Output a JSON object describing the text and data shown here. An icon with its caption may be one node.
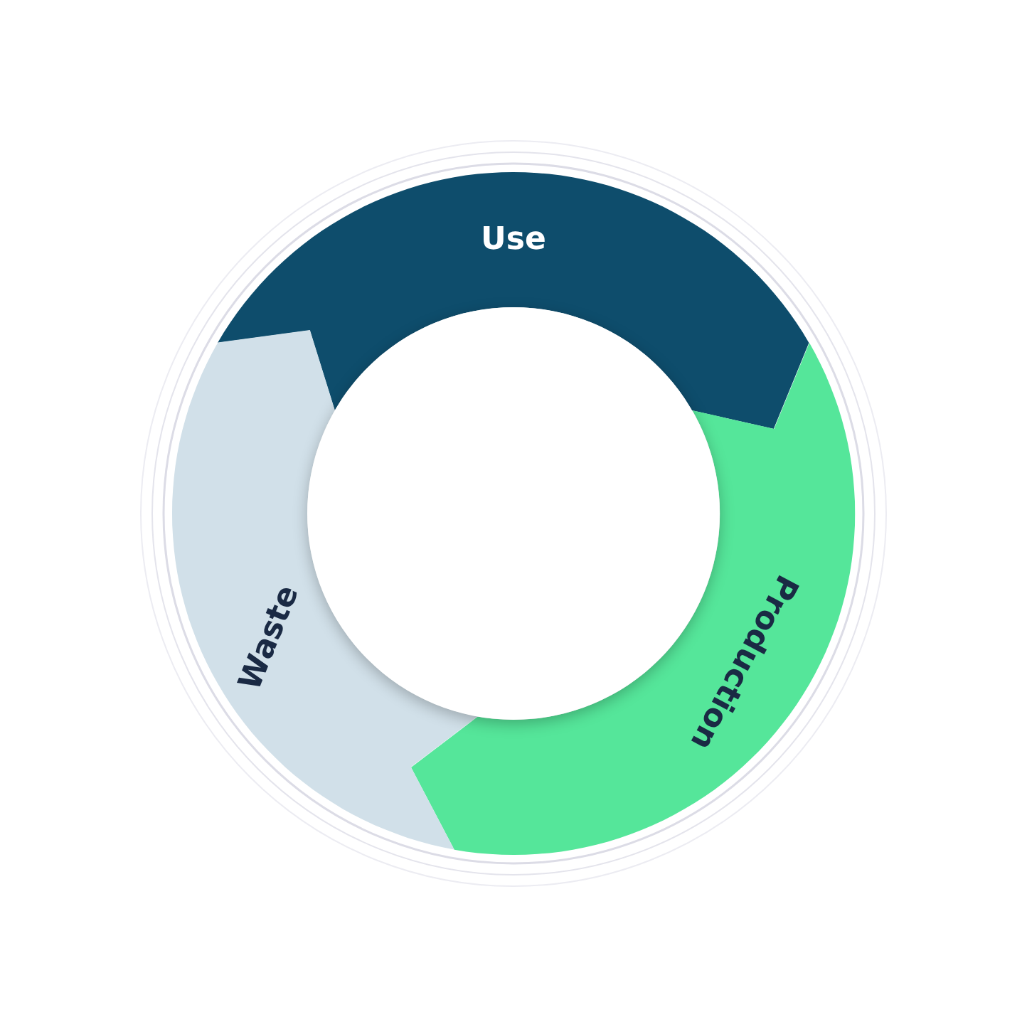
{
  "diagram": {
    "nodes": [
      {
        "text": [
          "Use"
        ]
      },
      {
        "text": [
          "Production"
        ]
      },
      {
        "text": [
          "Waste"
        ]
      }
    ]
  }
}
